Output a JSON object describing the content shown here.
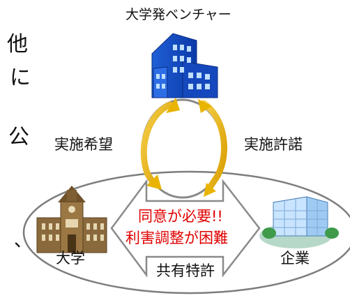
{
  "diagram": {
    "top_node": {
      "label": "大学発ベンチャー",
      "icon": "office-building-icon"
    },
    "left_edge_label": "実施希望",
    "right_edge_label": "実施許諾",
    "left_node": {
      "label": "大学",
      "icon": "university-building-icon"
    },
    "right_node": {
      "label": "企業",
      "icon": "company-building-icon"
    },
    "center_text": {
      "line1": "同意が必要!!",
      "line2": "利害調整が困難"
    },
    "bottom_label": "共有特許",
    "cut_off_left_text": [
      "他",
      "に",
      "公",
      "、"
    ]
  },
  "colors": {
    "accent_text": "#e00000",
    "cycle_arrow": "#e8b400",
    "frame_stroke": "#7d7d7d"
  }
}
